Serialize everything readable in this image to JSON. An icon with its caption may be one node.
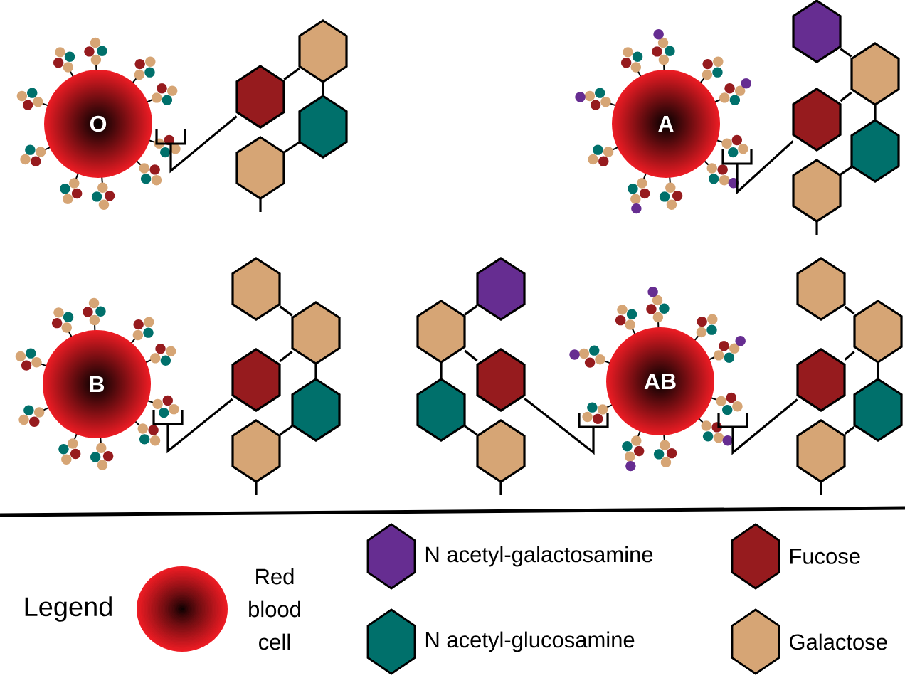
{
  "diagram": {
    "nodes": [
      {
        "text": [
          "O"
        ]
      },
      {
        "text": [],
        "shape": "hexagon"
      },
      {
        "text": [],
        "shape": "hexagon"
      },
      {
        "text": [],
        "shape": "hexagon"
      },
      {
        "text": [],
        "shape": "hexagon"
      },
      {
        "text": [
          "A"
        ]
      },
      {
        "text": [],
        "shape": "hexagon"
      },
      {
        "text": [],
        "shape": "hexagon"
      },
      {
        "text": [],
        "shape": "hexagon"
      },
      {
        "text": [],
        "shape": "hexagon"
      },
      {
        "text": [],
        "shape": "hexagon"
      },
      {
        "text": [
          "B"
        ]
      },
      {
        "text": [],
        "shape": "hexagon"
      },
      {
        "text": [],
        "shape": "hexagon"
      },
      {
        "text": [],
        "shape": "hexagon"
      },
      {
        "text": [],
        "shape": "hexagon"
      },
      {
        "text": [],
        "shape": "hexagon"
      },
      {
        "text": [],
        "shape": "hexagon"
      },
      {
        "text": [],
        "shape": "hexagon"
      },
      {
        "text": [],
        "shape": "hexagon"
      },
      {
        "text": [],
        "shape": "hexagon"
      },
      {
        "text": [],
        "shape": "hexagon"
      },
      {
        "text": [
          "AB"
        ]
      },
      {
        "text": [],
        "shape": "hexagon"
      },
      {
        "text": [],
        "shape": "hexagon"
      },
      {
        "text": [],
        "shape": "hexagon"
      },
      {
        "text": [],
        "shape": "hexagon"
      },
      {
        "text": [],
        "shape": "hexagon"
      }
    ],
    "edges": [
      {
        "from": 1,
        "to": 2,
        "arrow": "none"
      },
      {
        "from": 1,
        "to": 3,
        "arrow": "none"
      },
      {
        "from": 3,
        "to": 4,
        "arrow": "none"
      },
      {
        "from": 4,
        "to": null,
        "arrow": "none"
      },
      {
        "from": 0,
        "to": 2,
        "arrow": "none"
      },
      {
        "from": 6,
        "to": 7,
        "arrow": "none"
      },
      {
        "from": 7,
        "to": 8,
        "arrow": "none"
      },
      {
        "from": 7,
        "to": 9,
        "arrow": "none"
      },
      {
        "from": 9,
        "to": 10,
        "arrow": "none"
      },
      {
        "from": 10,
        "to": null,
        "arrow": "none"
      },
      {
        "from": 5,
        "to": 8,
        "arrow": "none"
      },
      {
        "from": 12,
        "to": 13,
        "arrow": "none"
      },
      {
        "from": 13,
        "to": 14,
        "arrow": "none"
      },
      {
        "from": 13,
        "to": 15,
        "arrow": "none"
      },
      {
        "from": 15,
        "to": 16,
        "arrow": "none"
      },
      {
        "from": 16,
        "to": null,
        "arrow": "none"
      },
      {
        "from": 11,
        "to": 14,
        "arrow": "none"
      },
      {
        "from": 17,
        "to": 18,
        "arrow": "none"
      },
      {
        "from": 18,
        "to": 19,
        "arrow": "none"
      },
      {
        "from": 18,
        "to": 20,
        "arrow": "none"
      },
      {
        "from": 20,
        "to": 21,
        "arrow": "none"
      },
      {
        "from": 21,
        "to": null,
        "arrow": "none"
      },
      {
        "from": 22,
        "to": 19,
        "arrow": "none"
      },
      {
        "from": 23,
        "to": 24,
        "arrow": "none"
      },
      {
        "from": 24,
        "to": 25,
        "arrow": "none"
      },
      {
        "from": 24,
        "to": 26,
        "arrow": "none"
      },
      {
        "from": 26,
        "to": 27,
        "arrow": "none"
      },
      {
        "from": 27,
        "to": null,
        "arrow": "none"
      },
      {
        "from": 22,
        "to": 25,
        "arrow": "none"
      }
    ],
    "labels": [
      "Legend"
    ],
    "legend": [
      {
        "text": "Red blood cell"
      },
      {
        "text": "N acetyl-galactosamine",
        "color": "#662d91"
      },
      {
        "text": "Fucose",
        "color": "#961b1e"
      },
      {
        "text": "N acetyl-glucosamine",
        "color": "#00706b"
      },
      {
        "text": "Galactose",
        "color": "#d6a575"
      }
    ]
  }
}
